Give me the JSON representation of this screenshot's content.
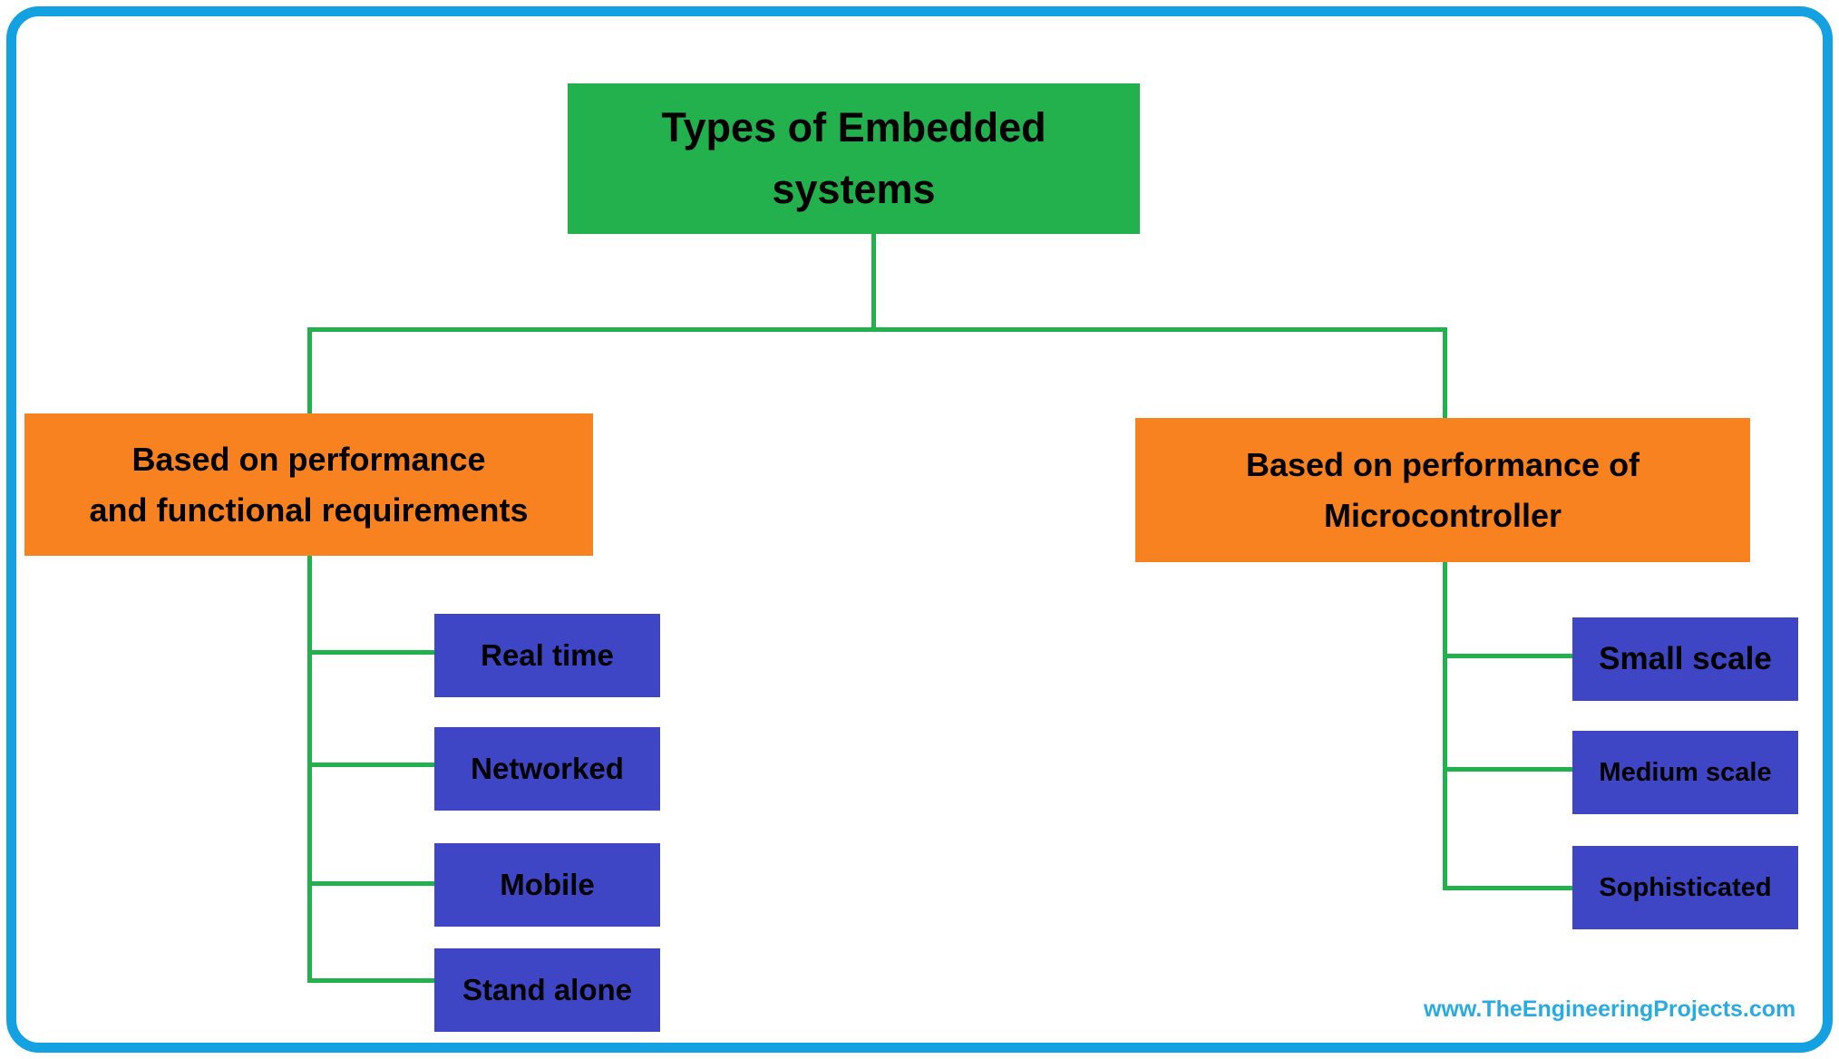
{
  "colors": {
    "green": "#22B14C",
    "orange": "#F8821F",
    "node-blue": "#3E46C5",
    "border-blue": "#14A1E2",
    "watermark-blue": "#29ABE2",
    "text": "#000000",
    "background": "#FFFFFF"
  },
  "root": {
    "line1": "Types of Embedded",
    "line2": "systems"
  },
  "left_branch": {
    "line1": "Based on performance",
    "line2": "and functional requirements",
    "children": [
      {
        "label": "Real time"
      },
      {
        "label": "Networked"
      },
      {
        "label": "Mobile"
      },
      {
        "label": "Stand alone"
      }
    ]
  },
  "right_branch": {
    "line1": "Based on performance of",
    "line2": "Microcontroller",
    "children": [
      {
        "label": "Small scale"
      },
      {
        "label": "Medium scale"
      },
      {
        "label": "Sophisticated"
      }
    ]
  },
  "watermark": "www.TheEngineeringProjects.com"
}
